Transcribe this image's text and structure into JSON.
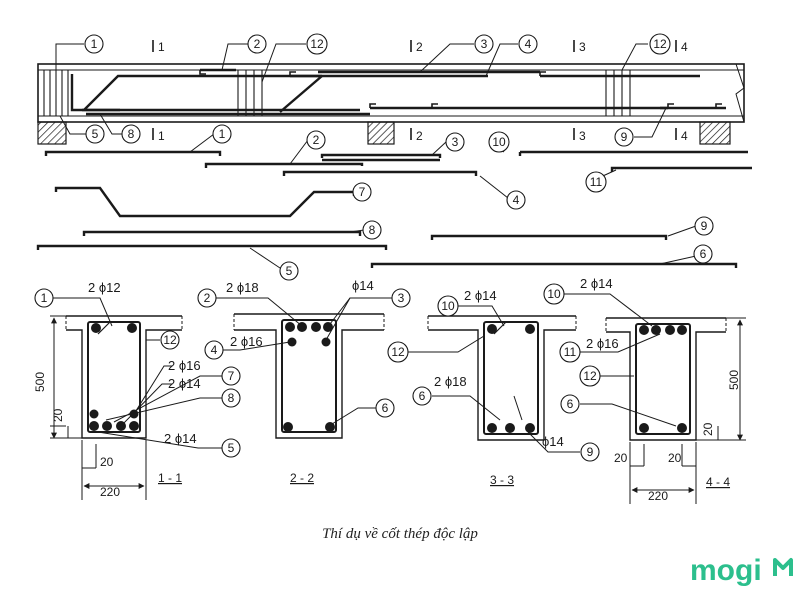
{
  "caption": "Thí dụ về cốt thép độc lập",
  "logo": "mogi",
  "colors": {
    "ink": "#1a1a1a",
    "logo": "#2cbf8d",
    "background": "#ffffff"
  },
  "beam": {
    "section_cuts": [
      "1",
      "2",
      "3",
      "4"
    ],
    "markers": [
      "1",
      "2",
      "12",
      "3",
      "4",
      "12",
      "5",
      "8",
      "9"
    ]
  },
  "bars": {
    "markers": [
      "1",
      "2",
      "3",
      "10",
      "11",
      "4",
      "7",
      "8",
      "9",
      "5",
      "6"
    ]
  },
  "sections": {
    "s1": {
      "title": "1 - 1",
      "top_label": "2 ϕ12",
      "labels": [
        "2 ϕ16",
        "2 ϕ14",
        "2 ϕ14"
      ],
      "markers": [
        "1",
        "12",
        "7",
        "8",
        "5"
      ],
      "dims": {
        "height": "500",
        "cover": "20",
        "cover_bottom": "20",
        "width": "220"
      }
    },
    "s2": {
      "title": "2 - 2",
      "top_labels": [
        "2 ϕ18",
        "ϕ14",
        "2 ϕ16"
      ],
      "markers": [
        "2",
        "3",
        "4",
        "6"
      ]
    },
    "s3": {
      "title": "3 - 3",
      "top_label": "2 ϕ14",
      "labels": [
        "2 ϕ18",
        "ϕ14"
      ],
      "markers": [
        "10",
        "12",
        "6",
        "9"
      ]
    },
    "s4": {
      "title": "4 - 4",
      "top_label": "2 ϕ14",
      "labels": [
        "2 ϕ16"
      ],
      "markers": [
        "10",
        "11",
        "12",
        "6"
      ],
      "dims": {
        "height": "500",
        "cover": "20",
        "cover_left": "20",
        "cover_right": "20",
        "width": "220"
      }
    }
  }
}
